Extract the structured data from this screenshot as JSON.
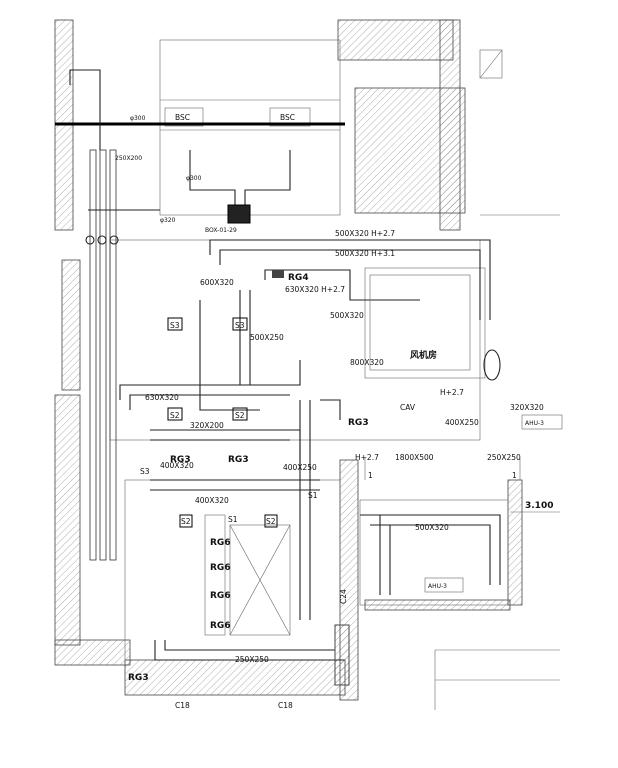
{
  "labels": {
    "duct_top_1": "500X320 H+2.7",
    "duct_top_2": "500X320 H+3.1",
    "rg4": "RG4",
    "duct_630_320a": "630X320 H+2.7",
    "duct_250x200": "250X200",
    "duct_630_320b": "630X320",
    "duct_320_200": "320X200",
    "duct_600_320": "600X320",
    "duct_500_250": "500X250",
    "duct_400_320a": "400X320",
    "duct_400_320b": "400X320",
    "duct_400_250": "400X250",
    "duct_250_250": "250X250",
    "duct_250_250b": "250X250",
    "duct_320_320": "320X320",
    "duct_400_250b": "400X250",
    "duct_800_320": "800X320",
    "duct_500_320c": "500X320",
    "bsc1": "BSC",
    "bsc2": "BSC",
    "fan_room": "风机房",
    "rg3a": "RG3",
    "rg3b": "RG3",
    "rg3c": "RG3",
    "rg3d": "RG3",
    "rg6a": "RG6",
    "rg6b": "RG6",
    "rg6c": "RG6",
    "rg6d": "RG6",
    "s3_1": "S3",
    "s3_2": "S3",
    "s3_3": "S3",
    "s2_1": "S2",
    "s2_2": "S2",
    "s2_3": "S2",
    "s2_4": "S2",
    "s1_1": "S1",
    "s1_2": "S1",
    "elev": "3.100",
    "cav": "CAV",
    "ahu1": "AHU-3",
    "ahu2": "AHU-3",
    "box": "BOX-01-29",
    "c18a": "C18",
    "c18b": "C18",
    "c24": "C24",
    "hp27": "H+2.7",
    "hp27b": "H+2.7",
    "dim1800": "1800X500",
    "num1a": "1",
    "num1b": "1",
    "d300": "φ300",
    "d320": "φ320",
    "d300b": "φ300"
  }
}
